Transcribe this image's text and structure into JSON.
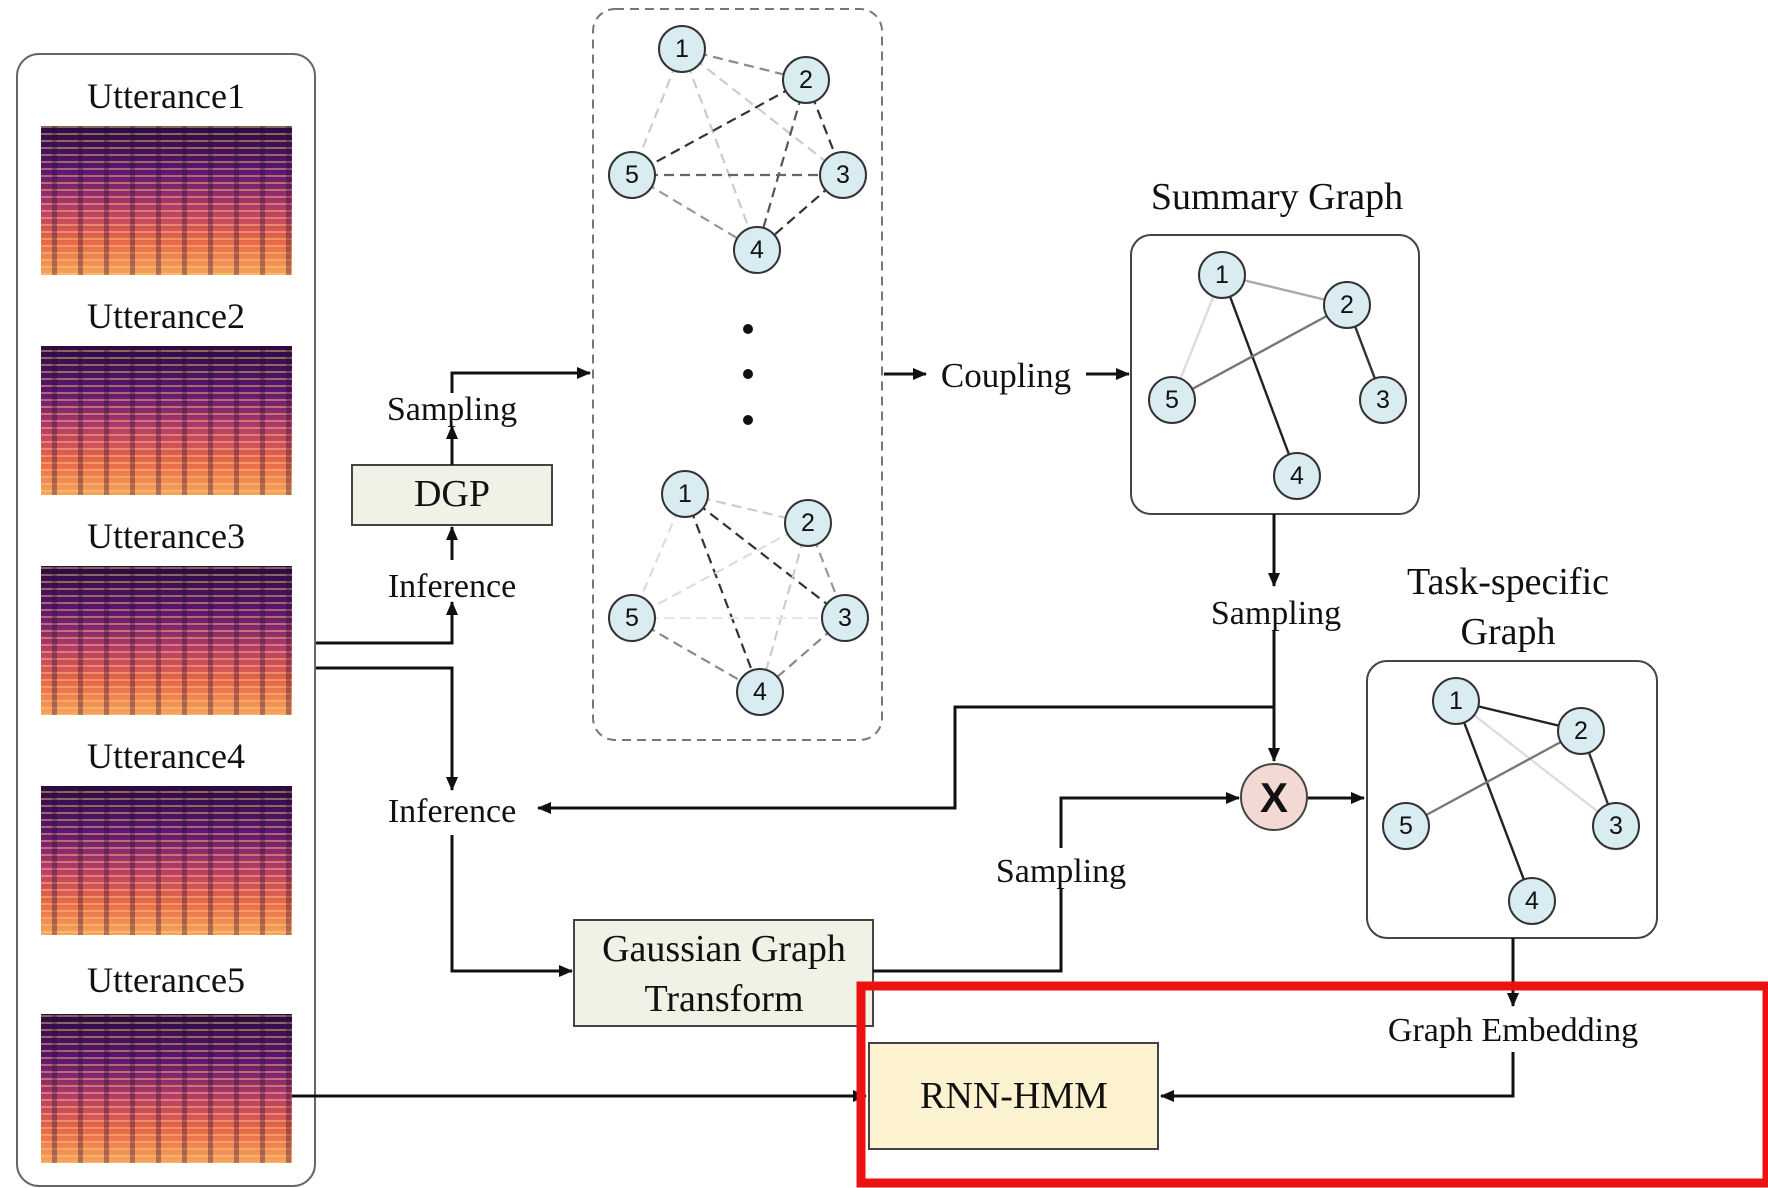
{
  "utterances": [
    "Utterance1",
    "Utterance2",
    "Utterance3",
    "Utterance4",
    "Utterance5"
  ],
  "labels": {
    "sampling_top": "Sampling",
    "dgp": "DGP",
    "inference_top": "Inference",
    "inference_mid": "Inference",
    "coupling": "Coupling",
    "summary_graph": "Summary Graph",
    "sampling_summary": "Sampling",
    "task_specific_line1": "Task-specific",
    "task_specific_line2": "Graph",
    "sampling_gauss": "Sampling",
    "gaussian_line1": "Gaussian Graph",
    "gaussian_line2": "Transform",
    "graph_embedding": "Graph Embedding",
    "rnn_hmm": "RNN-HMM",
    "multiply": "X"
  },
  "node_labels": [
    "1",
    "2",
    "3",
    "4",
    "5"
  ],
  "colors": {
    "node_fill": "#d8ecf1",
    "box_fill": "#eef3e5",
    "rnn_fill": "#fdf2d0",
    "multiply_fill": "#f3d9d3",
    "highlight": "#ee1111"
  }
}
